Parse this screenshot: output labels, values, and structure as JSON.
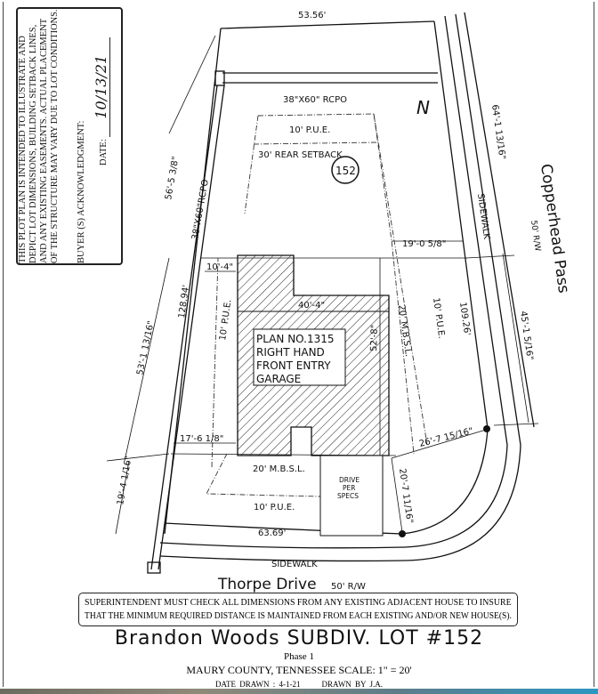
{
  "note_box": {
    "lines": [
      "THIS PLOT PLAN IS INTENDED TO ILLUSTRATE AND",
      "DEPICT LOT DIMENSIONS, BUILDING SETBACK LINES,",
      "AND ANY EXISTING EASEMENTS. ACTUAL PLACEMENT",
      "OF THE STRUCTURE MAY VARY DUE TO LOT CONDITIONS."
    ],
    "acknowledgment_label": "BUYER (S) ACKNOWLEDGMENT:",
    "date_label": "DATE:",
    "date_value": "10/13/21"
  },
  "plan": {
    "top_line": "53.56'",
    "rcpo_top": "38\"X60\" RCPO",
    "rcpo_left": "38\"X60\"RCPO",
    "north": "N",
    "pue_top": "10' P.U.E.",
    "rear_setback": "30' REAR SETBACK",
    "lot_number": "152",
    "left_upper": "56'-5 3/8\"",
    "right_upper": "64'-1 13/16\"",
    "sidewalk_right": "SIDEWALK",
    "street_right": "Copperhead Pass",
    "street_right_rw": "50' R/W",
    "dim_right_side": "19'-0 5/8\"",
    "dim_left_side": "10'-4\"",
    "left_total": "128.94'",
    "house_width": "40'-4\"",
    "mbsl_right": "20' M.B.S.L.",
    "pue_right": "10' P.U.E.",
    "right_total": "109.26'",
    "right_lower": "45'-1 5/16\"",
    "left_mid": "53'-1 13/16\"",
    "pue_left": "10' P.U.E.",
    "house_depth": "52'-8\"",
    "plan_label": [
      "PLAN NO.1315",
      "RIGHT HAND",
      "FRONT ENTRY",
      "GARAGE"
    ],
    "front_left": "17'-6 1/8\"",
    "corner_dim": "26'-7 15/16\"",
    "mbsl_front": "20' M.B.S.L.",
    "drive": [
      "DRIVE",
      "PER",
      "SPECS"
    ],
    "front_right": "20'-7 11/16\"",
    "left_lower": "19'-4 1/16\"",
    "pue_front": "10' P.U.E.",
    "front_line": "63.69'",
    "sidewalk_bottom": "SIDEWALK",
    "street_bottom": "Thorpe Drive",
    "street_bottom_rw": "50' R/W"
  },
  "superintendent_note": [
    "SUPERINTENDENT MUST CHECK ALL DIMENSIONS FROM ANY EXISTING ADJACENT HOUSE TO INSURE",
    "THAT THE MINIMUM REQUIRED DISTANCE IS MAINTAINED FROM EACH EXISTING AND/OR NEW HOUSE(S)."
  ],
  "title_block": {
    "title": "Brandon Woods SUBDIV. LOT #152",
    "phase": "Phase 1",
    "county_scale": "MAURY COUNTY, TENNESSEE  SCALE: 1\" = 20'",
    "date_drawn": "DATE DRAWN : 4-1-21",
    "drawn_by": "DRAWN BY J.A."
  }
}
